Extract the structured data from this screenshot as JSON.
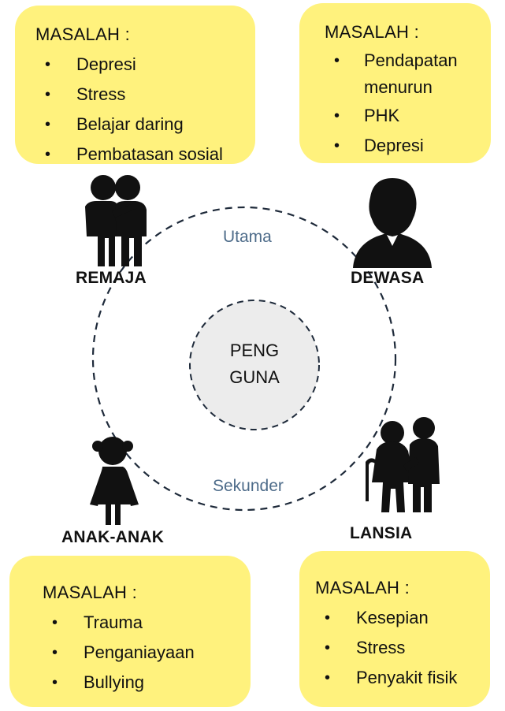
{
  "boxes": {
    "remaja": {
      "title": "MASALAH :",
      "items": [
        "Depresi",
        "Stress",
        "Belajar daring",
        "Pembatasan sosial"
      ]
    },
    "dewasa": {
      "title": "MASALAH :",
      "items": [
        "Pendapatan",
        "menurun",
        "PHK",
        "Depresi"
      ]
    },
    "anak": {
      "title": "MASALAH :",
      "items": [
        "Trauma",
        "Penganiayaan",
        "Bullying"
      ]
    },
    "lansia": {
      "title": "MASALAH :",
      "items": [
        "Kesepian",
        "Stress",
        "Penyakit fisik"
      ]
    }
  },
  "roles": {
    "remaja": "REMAJA",
    "dewasa": "DEWASA",
    "anak": "ANAK-ANAK",
    "lansia": "LANSIA"
  },
  "ring_labels": {
    "primary": "Utama",
    "secondary": "Sekunder"
  },
  "center": {
    "line1": "PENG",
    "line2": "GUNA"
  },
  "bullet": "•",
  "icons": [
    "teenagers-icon",
    "adult-icon",
    "child-icon",
    "elderly-couple-icon"
  ],
  "colors": {
    "box_fill": "#fff27d",
    "center_fill": "#ececec",
    "ring_label": "#4e6c8a"
  }
}
